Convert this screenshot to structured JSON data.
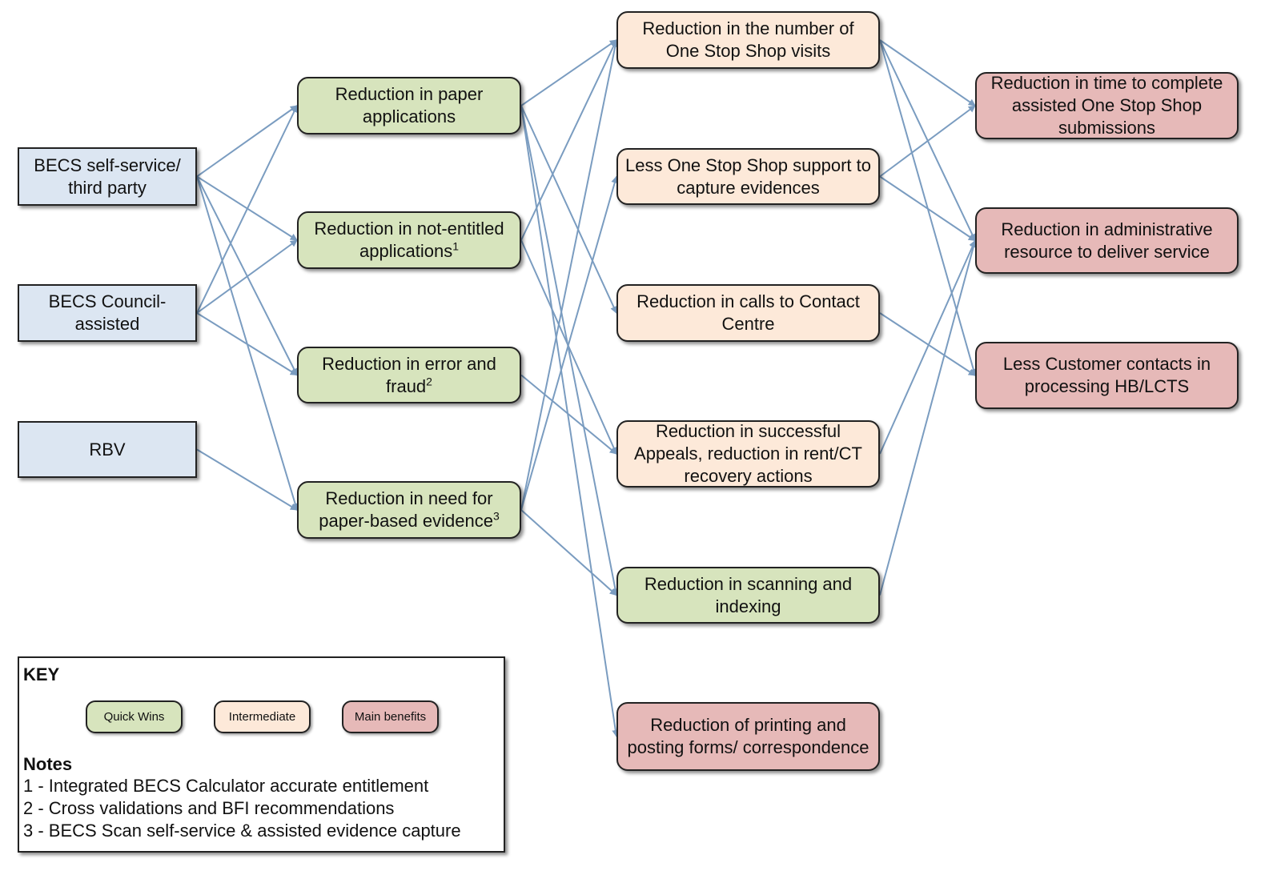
{
  "colors": {
    "source": "#dce6f2",
    "quick_wins": "#d7e4bd",
    "intermediate": "#fde9d9",
    "main_benefits": "#e6b9b8",
    "arrow": "#7a9cc0"
  },
  "nodes": {
    "becs_self": "BECS self-service/ third party",
    "becs_council": "BECS Council-assisted",
    "rbv": "RBV",
    "paper_apps": "Reduction in paper applications",
    "not_entitled": "Reduction in not-entitled applications",
    "not_entitled_note": "1",
    "error_fraud": "Reduction in error and fraud",
    "error_fraud_note": "2",
    "paper_evidence": "Reduction in need for paper-based evidence",
    "paper_evidence_note": "3",
    "oss_visits": "Reduction in the number of One Stop Shop visits",
    "oss_support": "Less One Stop Shop support to capture evidences",
    "calls": "Reduction in calls to Contact Centre",
    "appeals": "Reduction in successful Appeals, reduction in rent/CT recovery actions",
    "scanning": "Reduction in scanning and indexing",
    "printing": "Reduction of printing and posting forms/ correspondence",
    "time_complete": "Reduction in time to complete assisted One Stop Shop submissions",
    "admin_resource": "Reduction in administrative resource to deliver service",
    "customer_contacts": "Less Customer contacts in processing HB/LCTS"
  },
  "edges": [
    [
      "becs_self",
      "paper_apps"
    ],
    [
      "becs_self",
      "not_entitled"
    ],
    [
      "becs_self",
      "error_fraud"
    ],
    [
      "becs_self",
      "paper_evidence"
    ],
    [
      "becs_council",
      "paper_apps"
    ],
    [
      "becs_council",
      "not_entitled"
    ],
    [
      "becs_council",
      "error_fraud"
    ],
    [
      "rbv",
      "paper_evidence"
    ],
    [
      "paper_apps",
      "oss_visits"
    ],
    [
      "paper_apps",
      "calls"
    ],
    [
      "paper_apps",
      "scanning"
    ],
    [
      "paper_apps",
      "printing"
    ],
    [
      "not_entitled",
      "oss_visits"
    ],
    [
      "not_entitled",
      "appeals"
    ],
    [
      "error_fraud",
      "appeals"
    ],
    [
      "paper_evidence",
      "oss_visits"
    ],
    [
      "paper_evidence",
      "oss_support"
    ],
    [
      "paper_evidence",
      "scanning"
    ],
    [
      "oss_visits",
      "time_complete"
    ],
    [
      "oss_visits",
      "admin_resource"
    ],
    [
      "oss_visits",
      "customer_contacts"
    ],
    [
      "oss_support",
      "time_complete"
    ],
    [
      "oss_support",
      "admin_resource"
    ],
    [
      "calls",
      "customer_contacts"
    ],
    [
      "appeals",
      "admin_resource"
    ],
    [
      "scanning",
      "admin_resource"
    ]
  ],
  "key": {
    "title": "KEY",
    "quick_wins": "Quick Wins",
    "intermediate": "Intermediate",
    "main_benefits": "Main benefits",
    "notes_title": "Notes",
    "notes": [
      "1 - Integrated BECS Calculator accurate entitlement",
      "2 - Cross validations and BFI recommendations",
      "3 - BECS Scan self-service & assisted evidence capture"
    ]
  }
}
